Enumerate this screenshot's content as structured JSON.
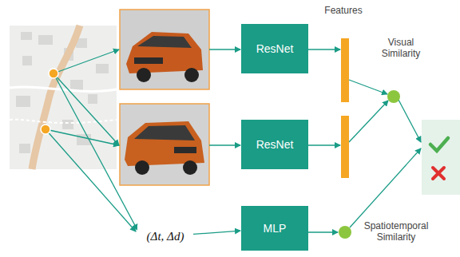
{
  "diagram": {
    "nodes": [
      {
        "text": [
          "ResNet"
        ]
      },
      {
        "text": [
          "ResNet"
        ]
      },
      {
        "text": [
          "(Δt, Δd)"
        ]
      },
      {
        "text": [
          "MLP"
        ]
      }
    ],
    "edges": [
      {
        "from": 2,
        "to": 3,
        "arrow": "to"
      }
    ],
    "labels": [
      "Features",
      "Visual Similarity",
      "Spatiotemporal Similarity"
    ]
  }
}
